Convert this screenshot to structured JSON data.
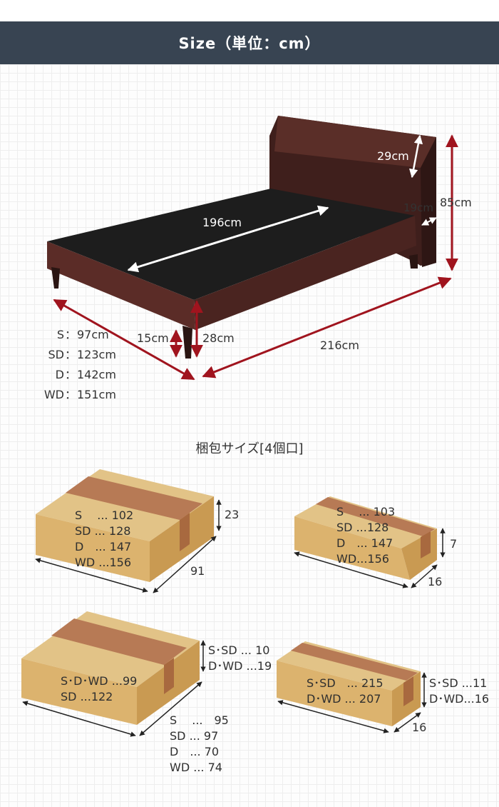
{
  "header": {
    "title": "Size（単位：cm）"
  },
  "bed": {
    "dims": {
      "headboard_upper": "29cm",
      "headboard_depth": "19cm",
      "total_height": "85cm",
      "mattress_length": "196cm",
      "leg_height": "15cm",
      "frame_height": "28cm",
      "total_length": "216cm"
    },
    "widths": [
      {
        "key": "S",
        "value": "97cm"
      },
      {
        "key": "SD",
        "value": "123cm"
      },
      {
        "key": "D",
        "value": "142cm"
      },
      {
        "key": "WD",
        "value": "151cm"
      }
    ]
  },
  "packages": {
    "heading": "梱包サイズ[4個口]",
    "box1": {
      "lines": [
        "S　 ... 102",
        "SD ... 128",
        "D　...  147",
        "WD ...156"
      ],
      "height": "23",
      "length": "91"
    },
    "box2": {
      "lines": [
        "S　 ... 103",
        "SD ...128",
        "D　...  147",
        "WD...156"
      ],
      "height": "7",
      "length": "16"
    },
    "box3": {
      "lines": [
        "S･D･WD ...99",
        "SD ...122"
      ],
      "side": [
        "S･SD ... 10",
        "D･WD ...19"
      ],
      "bottom": [
        "S　 ...　95",
        "SD ...  97",
        "D　...  70",
        "WD ... 74"
      ]
    },
    "box4": {
      "lines": [
        "S･SD　... 215",
        "D･WD ... 207"
      ],
      "side": [
        "S･SD ...11",
        "D･WD...16"
      ],
      "length": "16"
    }
  },
  "colors": {
    "banner": "#384452",
    "arrow": "#a0141e",
    "wood": "#4a2420",
    "cardboard": "#d9b070",
    "tape": "#b77a55"
  }
}
